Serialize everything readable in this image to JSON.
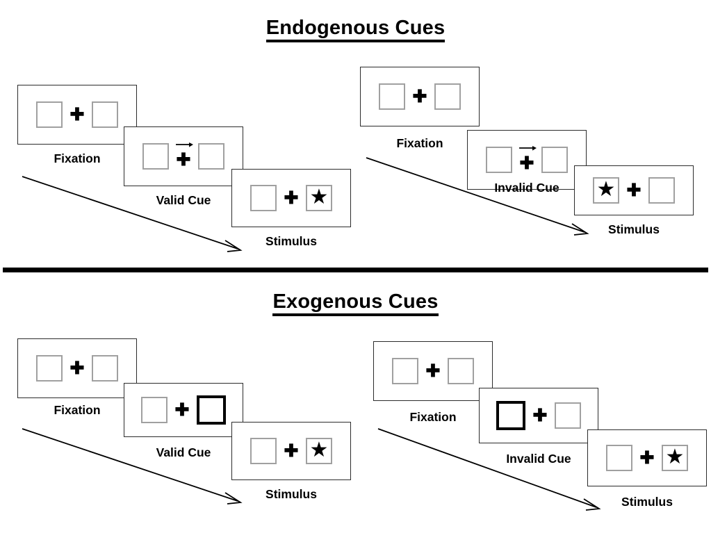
{
  "figure": {
    "title_top": "Endogenous Cues",
    "title_bottom": "Exogenous Cues"
  },
  "glyphs": {
    "cross": "✚",
    "star": "★"
  },
  "colors": {
    "panel_border": "#2b2b2b",
    "box_border": "#a0a0a0",
    "cued_box_border": "#000000",
    "stimulus": "#000000",
    "divider": "#000000"
  },
  "sections": [
    {
      "id": "endogenous",
      "title": "Endogenous Cues",
      "cue_type": "central-arrow",
      "sequences": [
        {
          "id": "endogenous-valid",
          "validity": "valid",
          "steps": [
            {
              "caption": "Fixation",
              "left_box": "empty",
              "right_box": "empty",
              "center": "cross"
            },
            {
              "caption": "Valid Cue",
              "left_box": "empty",
              "right_box": "empty",
              "center": "cross-with-right-arrow"
            },
            {
              "caption": "Stimulus",
              "left_box": "empty",
              "right_box": "star",
              "center": "cross"
            }
          ]
        },
        {
          "id": "endogenous-invalid",
          "validity": "invalid",
          "steps": [
            {
              "caption": "Fixation",
              "left_box": "empty",
              "right_box": "empty",
              "center": "cross"
            },
            {
              "caption": "Invalid Cue",
              "left_box": "empty",
              "right_box": "empty",
              "center": "cross-with-right-arrow"
            },
            {
              "caption": "Stimulus",
              "left_box": "star",
              "right_box": "empty",
              "center": "cross"
            }
          ]
        }
      ]
    },
    {
      "id": "exogenous",
      "title": "Exogenous Cues",
      "cue_type": "peripheral-box",
      "sequences": [
        {
          "id": "exogenous-valid",
          "validity": "valid",
          "steps": [
            {
              "caption": "Fixation",
              "left_box": "empty",
              "right_box": "empty",
              "center": "cross"
            },
            {
              "caption": "Valid Cue",
              "left_box": "empty",
              "right_box": "cued",
              "center": "cross"
            },
            {
              "caption": "Stimulus",
              "left_box": "empty",
              "right_box": "star",
              "center": "cross"
            }
          ]
        },
        {
          "id": "exogenous-invalid",
          "validity": "invalid",
          "steps": [
            {
              "caption": "Fixation",
              "left_box": "empty",
              "right_box": "empty",
              "center": "cross"
            },
            {
              "caption": "Invalid Cue",
              "left_box": "cued",
              "right_box": "empty",
              "center": "cross"
            },
            {
              "caption": "Stimulus",
              "left_box": "empty",
              "right_box": "star",
              "center": "cross"
            }
          ]
        }
      ]
    }
  ],
  "captions": {
    "fixation": "Fixation",
    "valid_cue": "Valid Cue",
    "invalid_cue": "Invalid Cue",
    "stimulus": "Stimulus"
  }
}
